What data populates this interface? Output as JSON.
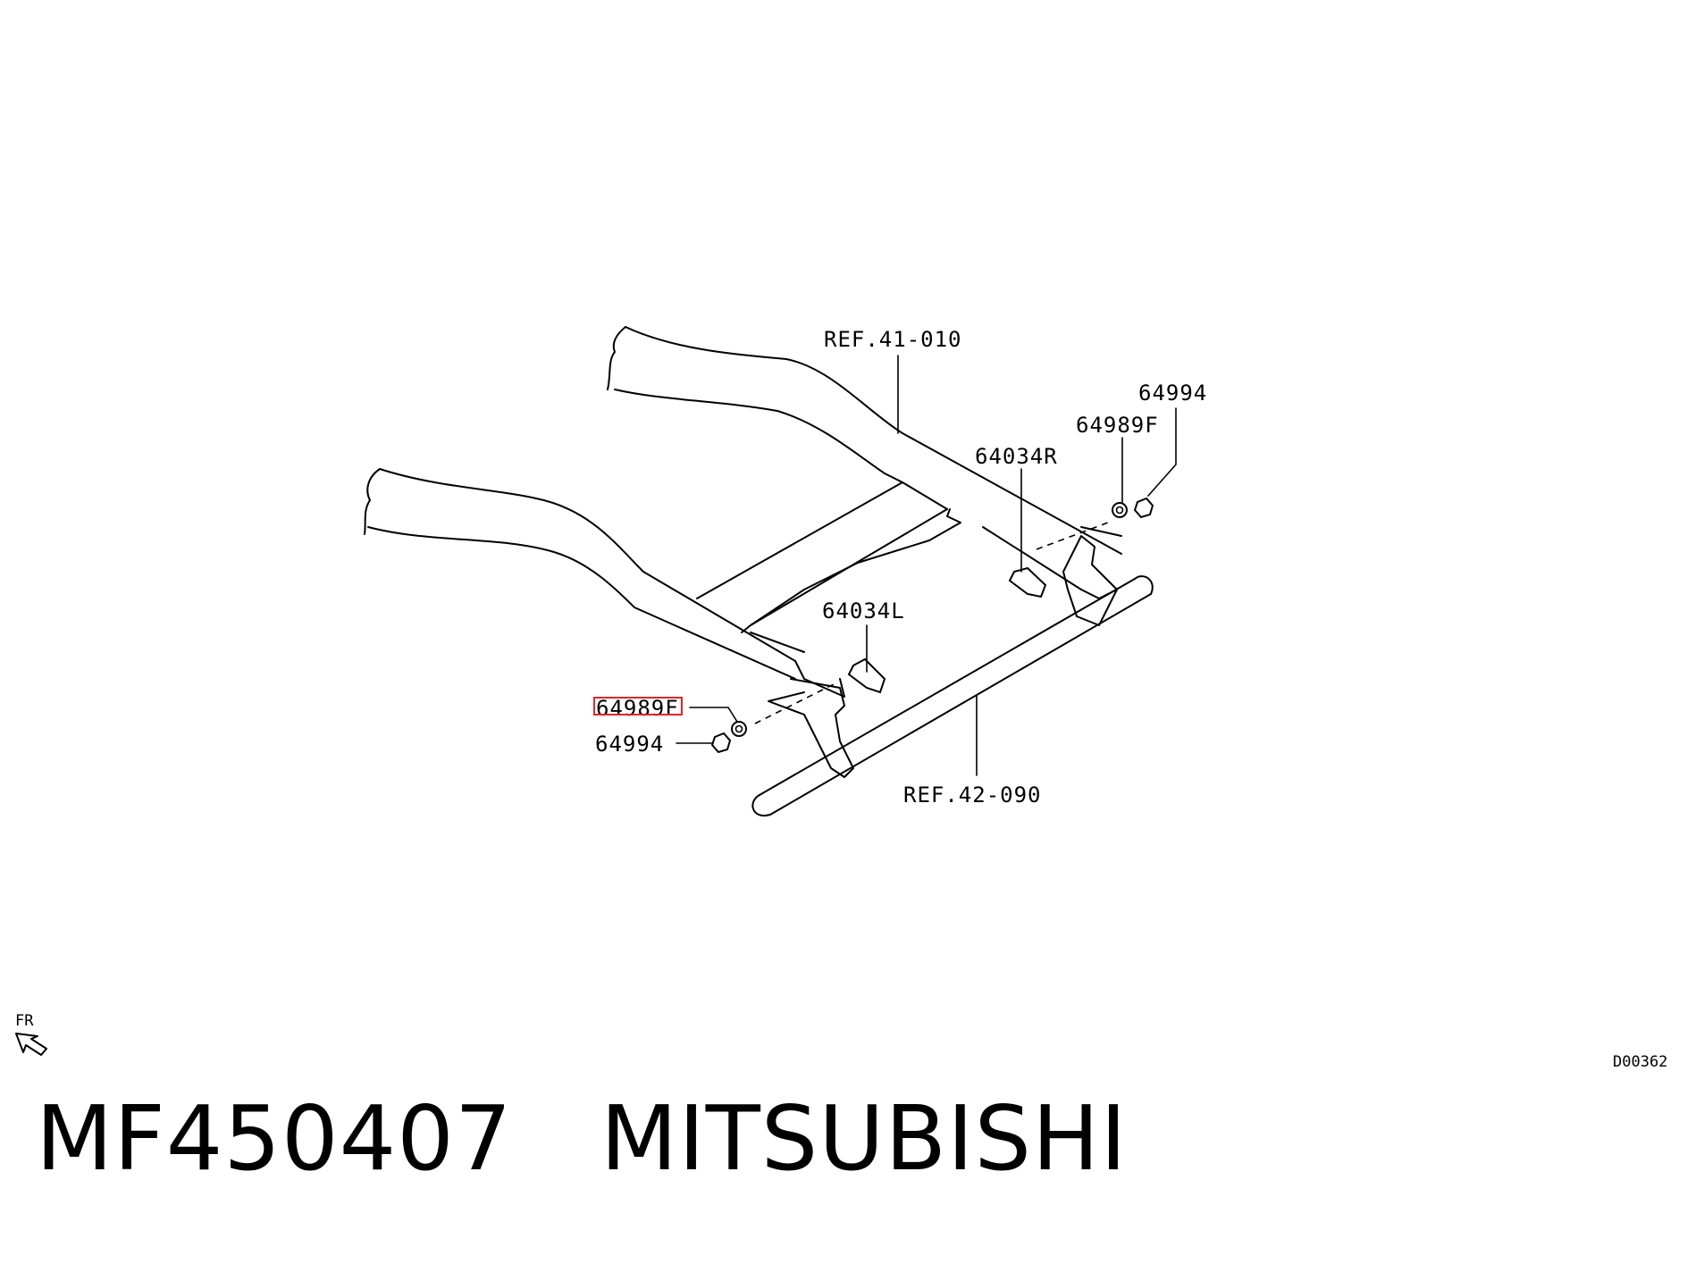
{
  "labels": {
    "ref_41": "REF.41-010",
    "ref_42": "REF.42-090",
    "part_64994_right": "64994",
    "part_64989f_right": "64989F",
    "part_64034r": "64034R",
    "part_64034l": "64034L",
    "part_64989f_left": "64989F",
    "part_64994_left": "64994",
    "fr": "FR",
    "diagram_code": "D00362"
  },
  "highlighted_part": "64989F",
  "highlight_color": "#e0262c",
  "footer": {
    "part_number": "MF450407",
    "brand": "MITSUBISHI"
  }
}
